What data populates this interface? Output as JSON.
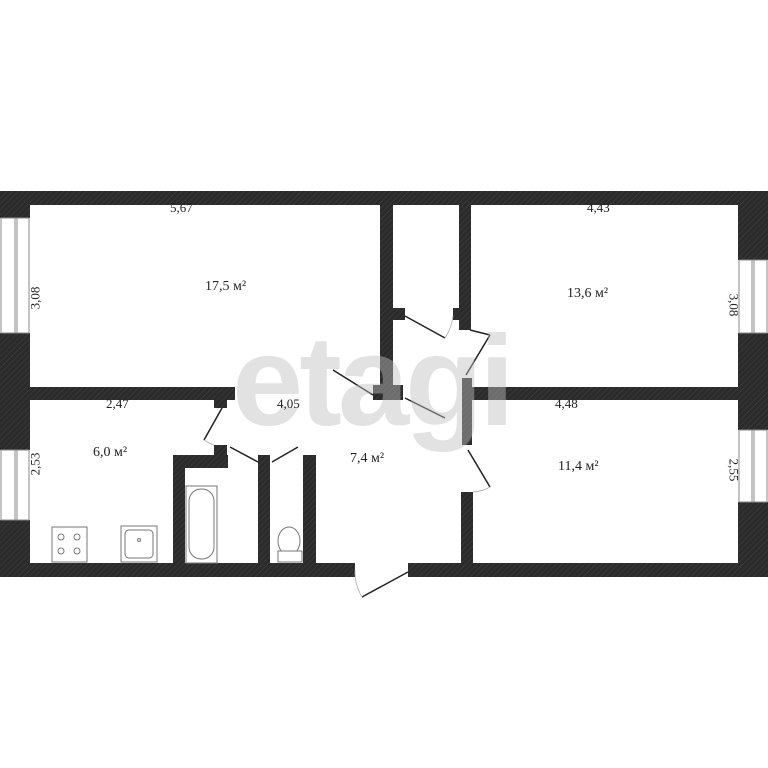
{
  "watermark": "etagi",
  "colors": {
    "wall": "#2b2b2b",
    "background": "#ffffff",
    "watermark": "#bebebe"
  },
  "rooms": [
    {
      "name": "room-top-left",
      "area": "17,5 м²",
      "width_label": "5,67",
      "height_label": "3,08"
    },
    {
      "name": "room-top-right",
      "area": "13,6 м²",
      "width_label": "4,43",
      "height_label": "3,08"
    },
    {
      "name": "kitchen",
      "area": "6,0 м²",
      "width_label": "2,47",
      "height_label": "2,53"
    },
    {
      "name": "hallway",
      "area": "7,4 м²",
      "width_label": "4,05"
    },
    {
      "name": "room-bottom-right",
      "area": "11,4 м²",
      "width_label": "4,48",
      "height_label": "2,55"
    }
  ],
  "fixtures": [
    "stove-icon",
    "sink-icon",
    "bathtub-icon",
    "toilet-icon"
  ]
}
